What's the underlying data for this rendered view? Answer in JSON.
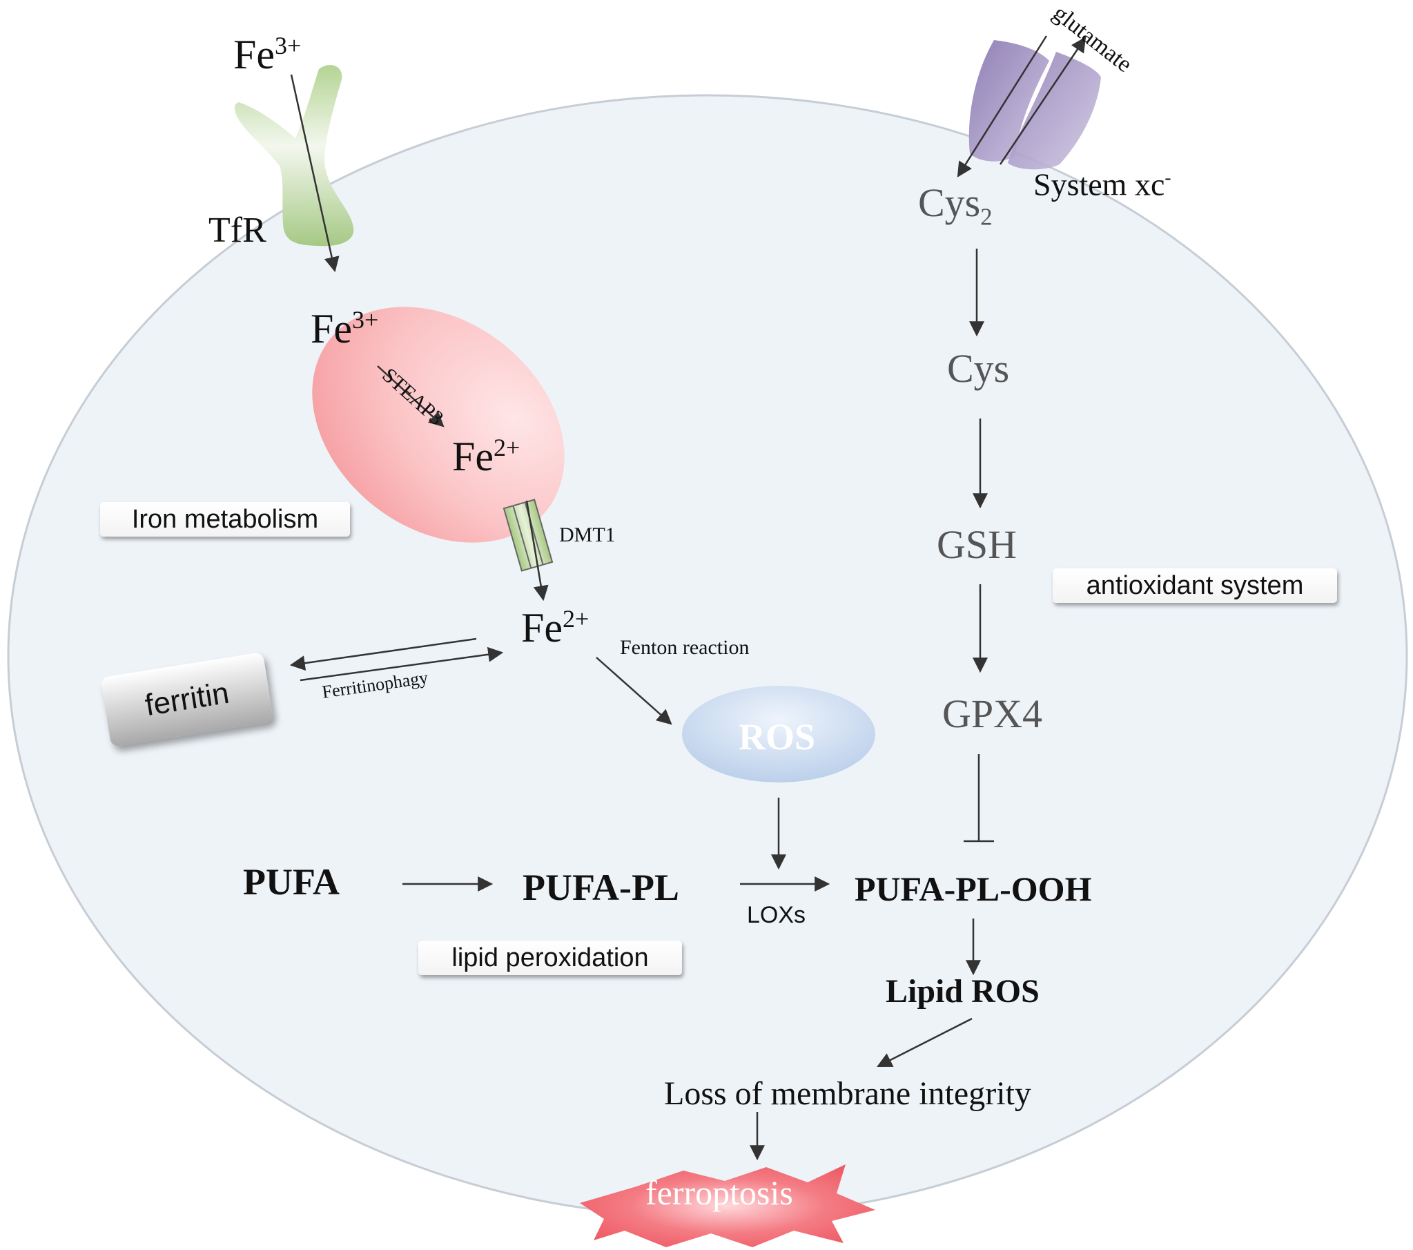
{
  "labels": {
    "fe3_outside_base": "Fe",
    "fe3_outside_sup": "3+",
    "tfr": "TfR",
    "fe3_endosome_base": "Fe",
    "fe3_endosome_sup": "3+",
    "steap3": "STEAP3",
    "fe2_endosome_base": "Fe",
    "fe2_endosome_sup": "2+",
    "dmt1": "DMT1",
    "fe2_cytosol_base": "Fe",
    "fe2_cytosol_sup": "2+",
    "fenton": "Fenton reaction",
    "ferritinophagy": "Ferritinophagy",
    "ferritin": "ferritin",
    "ros": "ROS",
    "glutamate": "glutamate",
    "system_xc_base": "System xc",
    "system_xc_sup": "-",
    "cys2_base": "Cys",
    "cys2_sub": "2",
    "cys": "Cys",
    "gsh": "GSH",
    "gpx4": "GPX4",
    "pufa": "PUFA",
    "pufa_pl": "PUFA-PL",
    "loxs": "LOXs",
    "pufa_pl_ooh": "PUFA-PL-OOH",
    "lipid_ros": "Lipid ROS",
    "loss_membrane": "Loss of membrane integrity",
    "ferroptosis": "ferroptosis"
  },
  "tags": {
    "iron_metabolism": "Iron metabolism",
    "antioxidant_system": "antioxidant system",
    "lipid_peroxidation": "lipid peroxidation"
  },
  "colors": {
    "cell": "#eef3f8",
    "endosome": "#f9b3b6",
    "receptor": "#a9cc86",
    "transporter": "#b8a9cf",
    "ros": "#c9d9ef",
    "ferroptosis": "#f0606a"
  }
}
